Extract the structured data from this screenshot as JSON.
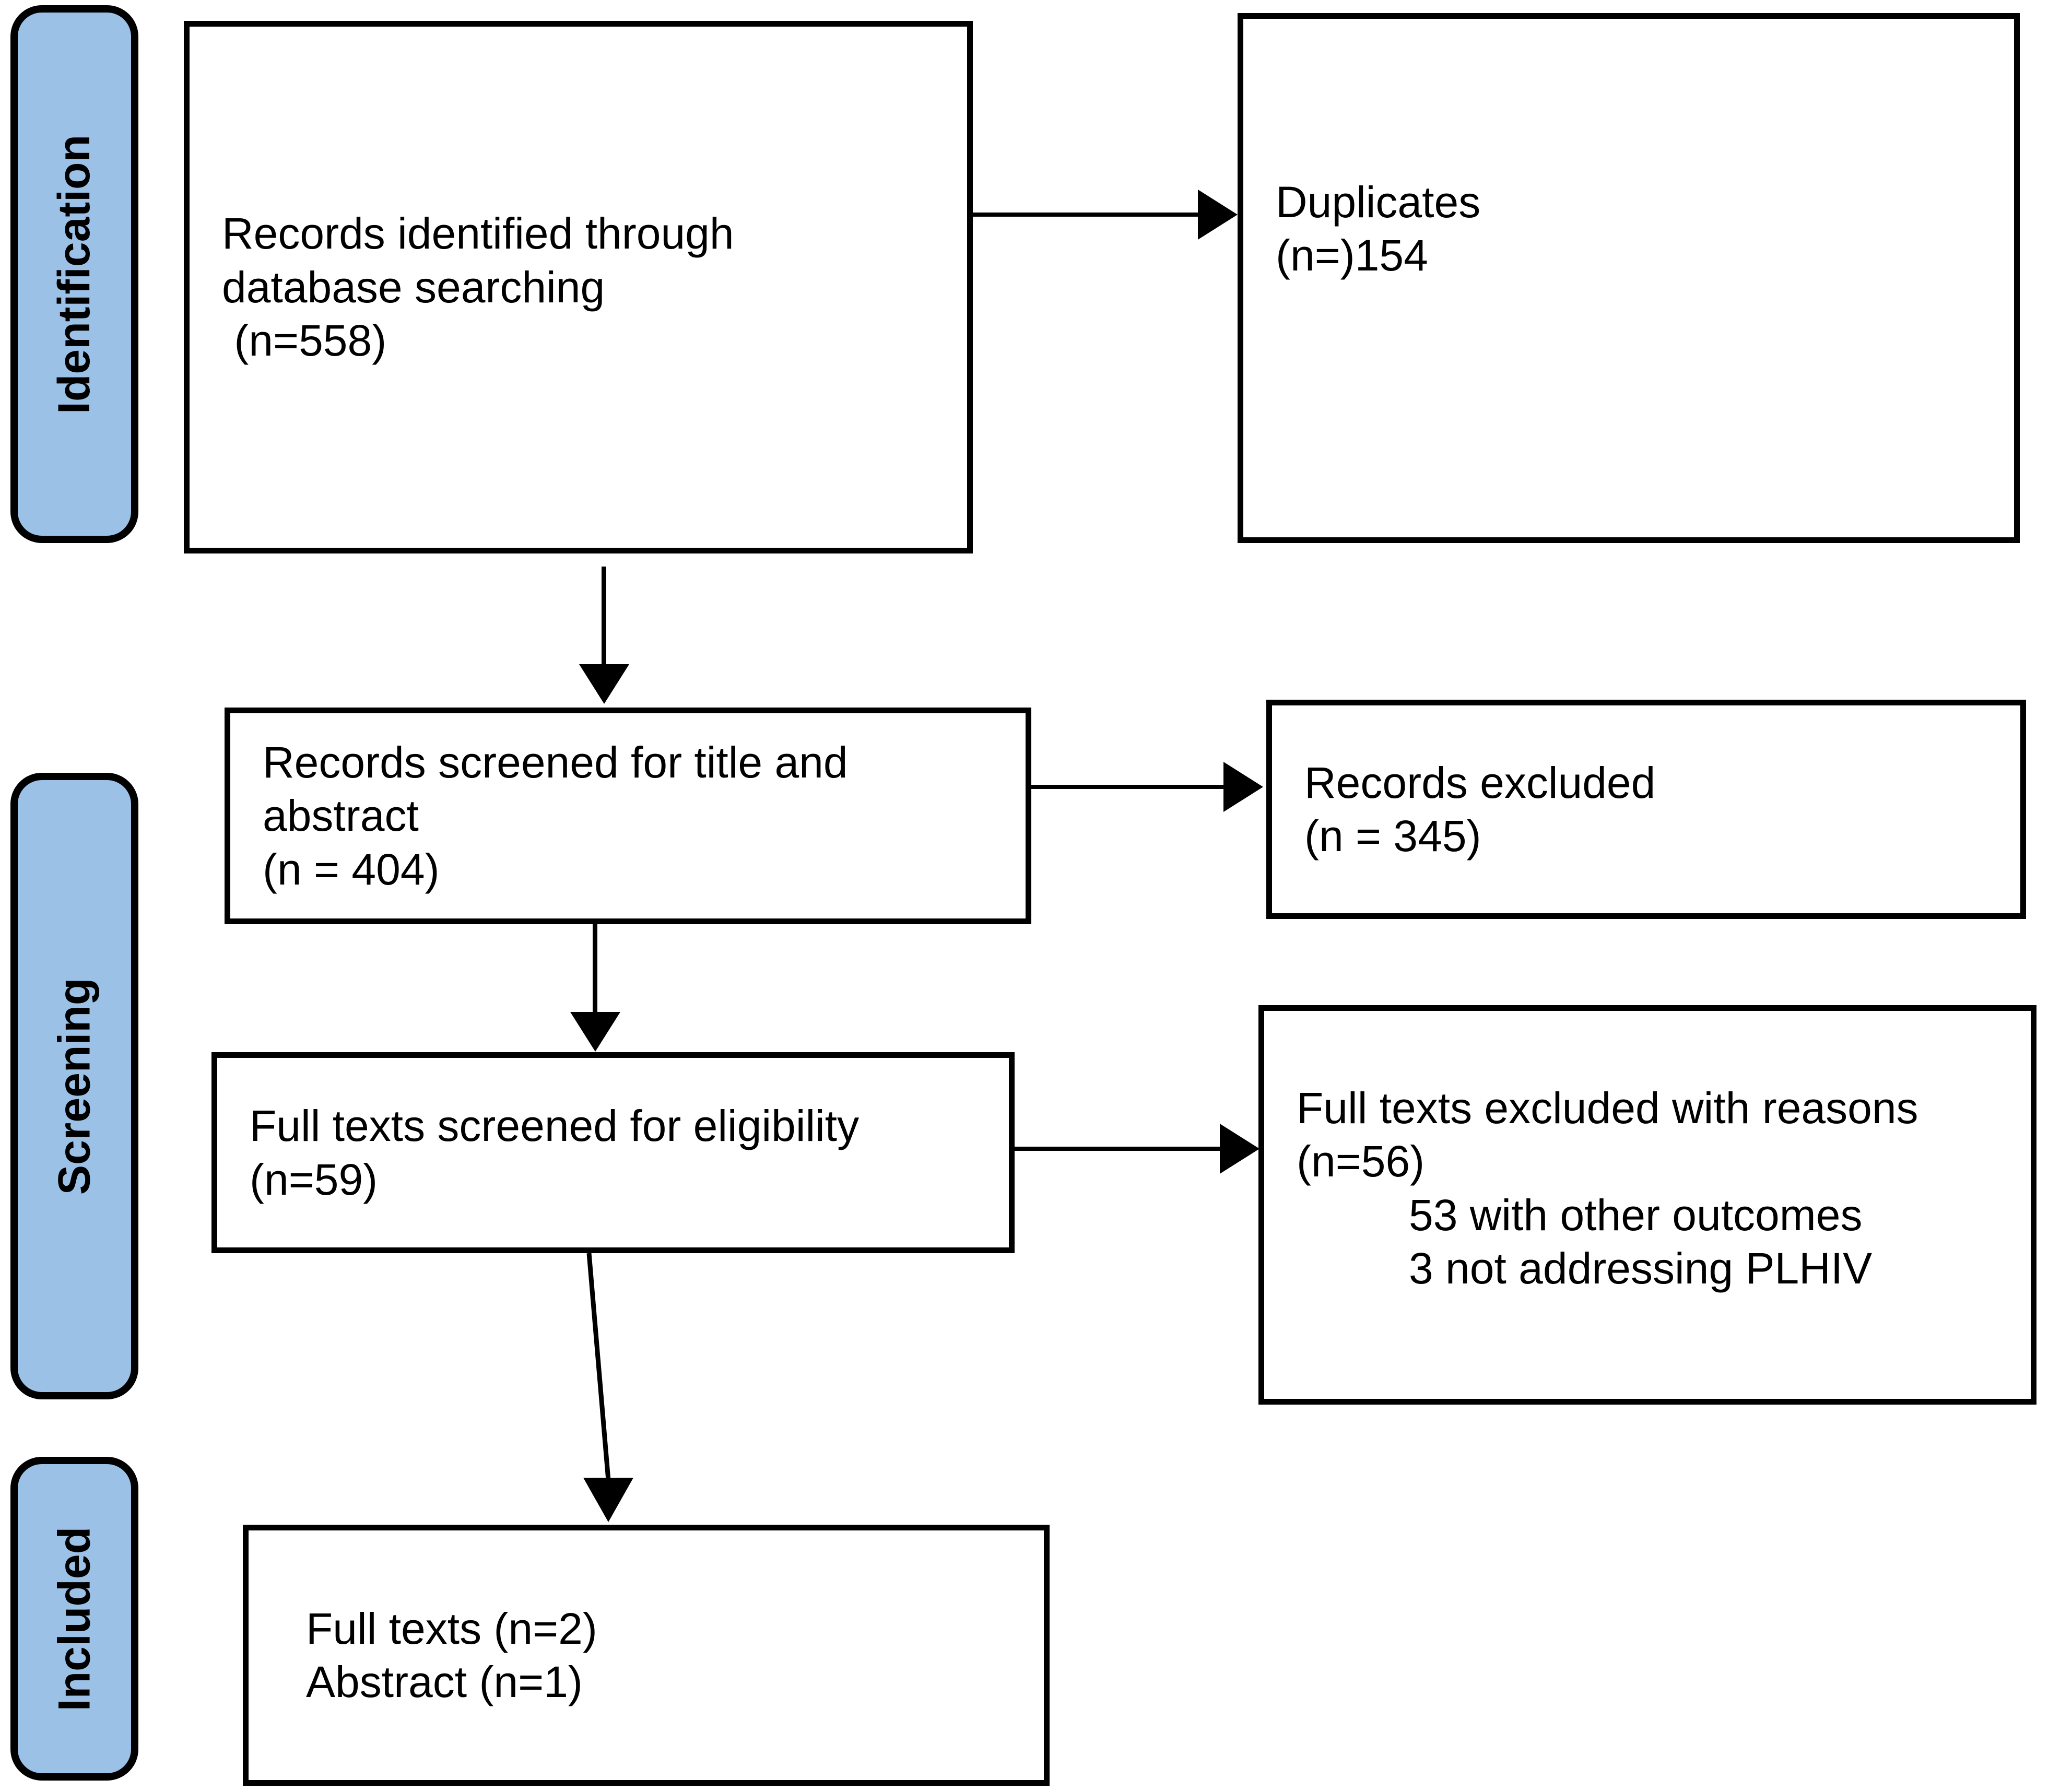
{
  "diagram": {
    "type": "prisma-flow-diagram",
    "accent_color": "#9BC2E6",
    "border_color": "#000000",
    "background_color": "#FFFFFF"
  },
  "stages": [
    {
      "id": "identification",
      "label": "Identification"
    },
    {
      "id": "screening",
      "label": "Screening"
    },
    {
      "id": "included",
      "label": "Included"
    }
  ],
  "boxes": {
    "records_identified": {
      "lines": [
        "Records identified through",
        "database searching",
        " (n=558)"
      ]
    },
    "duplicates": {
      "lines": [
        "Duplicates",
        "(n=)154"
      ]
    },
    "records_screened": {
      "lines": [
        "Records screened for title and",
        "abstract",
        "(n = 404)"
      ]
    },
    "records_excluded": {
      "lines": [
        "Records excluded",
        "(n = 345)"
      ]
    },
    "fulltexts_screened": {
      "lines": [
        "Full texts screened for eligibility",
        "(n=59)"
      ]
    },
    "fulltexts_excluded": {
      "lines": [
        "Full texts excluded with reasons",
        "(n=56)"
      ],
      "reasons": [
        "53 with other outcomes",
        "3 not addressing PLHIV"
      ]
    },
    "included_studies": {
      "lines": [
        "Full texts (n=2)",
        "Abstract (n=1)"
      ]
    }
  },
  "connectors": [
    {
      "id": "identified-to-duplicates",
      "kind": "arrow-right"
    },
    {
      "id": "identified-to-screened",
      "kind": "arrow-down"
    },
    {
      "id": "screened-to-excluded",
      "kind": "arrow-right"
    },
    {
      "id": "screened-to-fulltexts",
      "kind": "arrow-down"
    },
    {
      "id": "fulltexts-to-excluded",
      "kind": "arrow-right"
    },
    {
      "id": "fulltexts-to-included",
      "kind": "arrow-down-slanted"
    }
  ]
}
